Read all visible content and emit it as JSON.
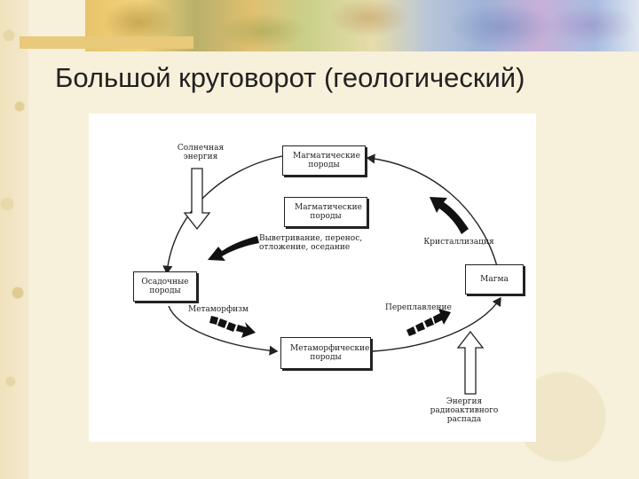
{
  "slide": {
    "title": "Большой круговорот (геологический)"
  },
  "diagram": {
    "nodes": {
      "magmatic_top": "Магматические породы",
      "magmatic_inner": "Магматические породы",
      "sedimentary": "Осадочные породы",
      "magma": "Магма",
      "metamorphic": "Метаморфические породы"
    },
    "labels": {
      "solar_energy": "Солнечная энергия",
      "weathering": "Выветривание, перенос,\nотложение, оседание",
      "crystallization": "Кристаллизация",
      "metamorphism": "Метаморфизм",
      "remelting": "Переплавление",
      "radioactive_energy": "Энергия\nрадиоактивного\nраспада"
    }
  },
  "colors": {
    "background": "#f6efd9",
    "title_text": "#222222",
    "diagram_ink": "#222222"
  }
}
